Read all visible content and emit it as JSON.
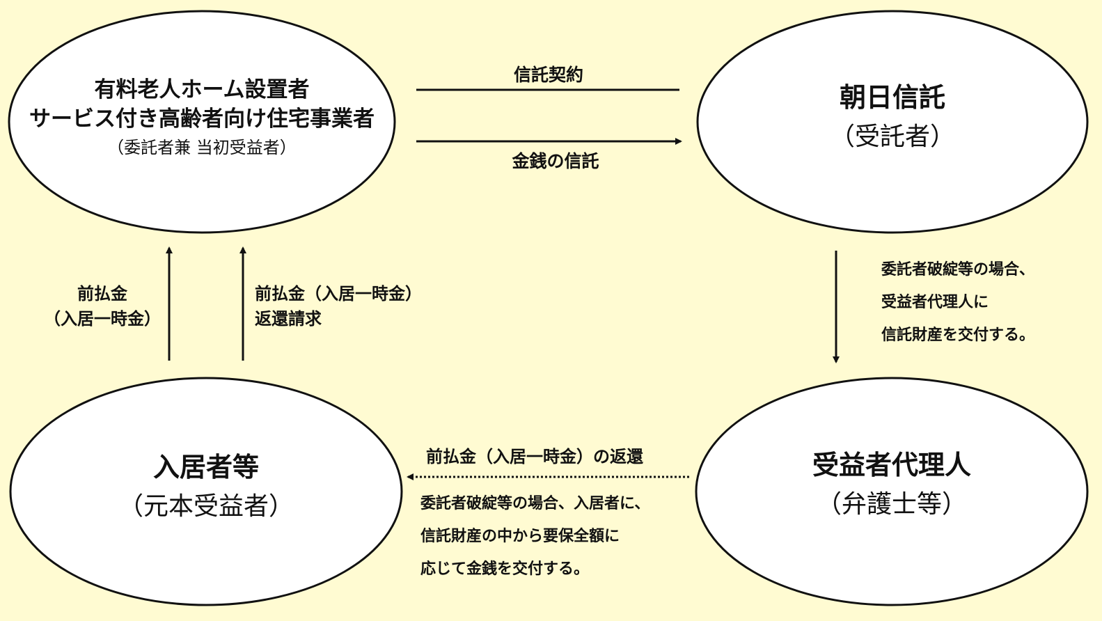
{
  "nodes": {
    "operator": {
      "title_lines": [
        "有料老人ホーム設置者",
        "サービス付き高齢者向け住宅事業者"
      ],
      "subtitle": "（委託者兼 当初受益者）"
    },
    "trustee": {
      "title": "朝日信託",
      "subtitle": "（受託者）"
    },
    "residents": {
      "title": "入居者等",
      "subtitle": "（元本受益者）"
    },
    "agent": {
      "title": "受益者代理人",
      "subtitle": "（弁護士等）"
    }
  },
  "edges": {
    "trust_contract": "信託契約",
    "money_trust": "金銭の信託",
    "prepayment": [
      "前払金",
      "（入居一時金）"
    ],
    "refund_request": [
      "前払金（入居一時金）",
      "返還請求"
    ],
    "trust_delivery_notes": [
      "委託者破綻等の場合、",
      "受益者代理人に",
      "信託財産を交付する。"
    ],
    "refund_label": "前払金（入居一時金）の返還",
    "refund_notes": [
      "委託者破綻等の場合、入居者に、",
      "信託財産の中から要保全額に",
      "応じて金銭を交付する。"
    ]
  }
}
